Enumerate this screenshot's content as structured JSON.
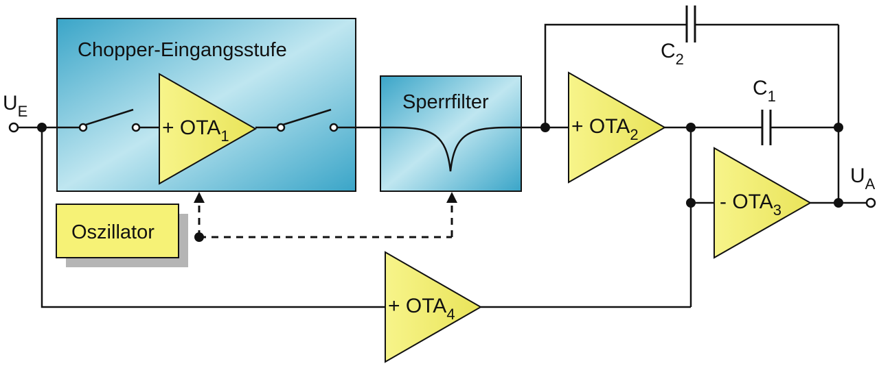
{
  "blocks": {
    "chopper": {
      "title": "Chopper-Eingangsstufe"
    },
    "sperrfilter": {
      "title": "Sperrfilter"
    },
    "oszillator": {
      "title": "Oszillator"
    }
  },
  "amplifiers": {
    "ota1": {
      "sign": "+",
      "name": "OTA",
      "index": "1"
    },
    "ota2": {
      "sign": "+",
      "name": "OTA",
      "index": "2"
    },
    "ota3": {
      "sign": "-",
      "name": "OTA",
      "index": "3"
    },
    "ota4": {
      "sign": "+",
      "name": "OTA",
      "index": "4"
    }
  },
  "capacitors": {
    "c1": {
      "name": "C",
      "index": "1"
    },
    "c2": {
      "name": "C",
      "index": "2"
    }
  },
  "terminals": {
    "input": {
      "name": "U",
      "index": "E"
    },
    "output": {
      "name": "U",
      "index": "A"
    }
  },
  "colors": {
    "block_fill_light": "#bfe6f0",
    "block_fill_dark": "#3aa5c8",
    "triangle_fill": "#f3f07a",
    "oscillator_fill": "#f6f276",
    "wire": "#111111",
    "shadow": "#b5b5b5"
  }
}
